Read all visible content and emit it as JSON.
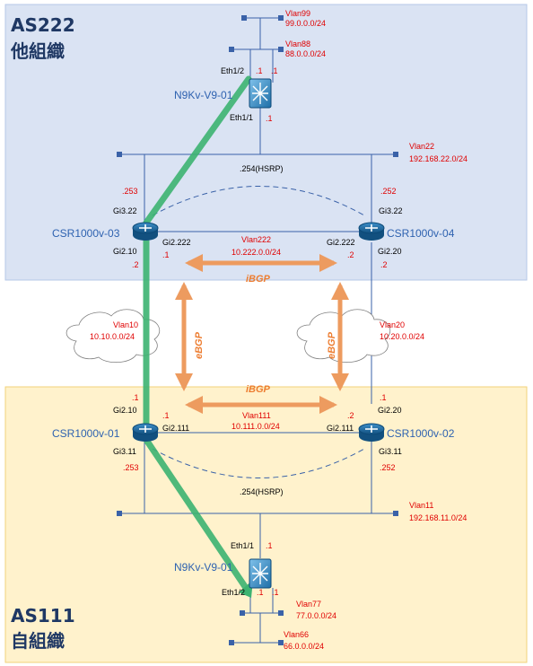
{
  "zones": {
    "upper": {
      "asn": "AS222",
      "org": "他組織"
    },
    "lower": {
      "asn": "AS111",
      "org": "自組織"
    }
  },
  "devices": {
    "n9k_upper": "N9Kv-V9-01",
    "n9k_lower": "N9Kv-V9-01",
    "csr03": "CSR1000v-03",
    "csr04": "CSR1000v-04",
    "csr01": "CSR1000v-01",
    "csr02": "CSR1000v-02"
  },
  "vlans": {
    "v99": {
      "name": "Vlan99",
      "net": "99.0.0.0/24"
    },
    "v88": {
      "name": "Vlan88",
      "net": "88.0.0.0/24"
    },
    "v22": {
      "name": "Vlan22",
      "net": "192.168.22.0/24"
    },
    "v222": {
      "name": "Vlan222",
      "net": "10.222.0.0/24"
    },
    "v10": {
      "name": "Vlan10",
      "net": "10.10.0.0/24"
    },
    "v20": {
      "name": "Vlan20",
      "net": "10.20.0.0/24"
    },
    "v111": {
      "name": "Vlan111",
      "net": "10.111.0.0/24"
    },
    "v11": {
      "name": "Vlan11",
      "net": "192.168.11.0/24"
    },
    "v77": {
      "name": "Vlan77",
      "net": "77.0.0.0/24"
    },
    "v66": {
      "name": "Vlan66",
      "net": "66.0.0.0/24"
    }
  },
  "ports": {
    "n9ku_eth12": "Eth1/2",
    "n9ku_eth11": "Eth1/1",
    "csr03_gi322": "Gi3.22",
    "csr03_gi2222": "Gi2.222",
    "csr03_gi210": "Gi2.10",
    "csr04_gi322": "Gi3.22",
    "csr04_gi2222": "Gi2.222",
    "csr04_gi220": "Gi2.20",
    "csr01_gi210": "Gi2.10",
    "csr01_gi2111": "Gi2.111",
    "csr01_gi311": "Gi3.11",
    "csr02_gi220": "Gi2.20",
    "csr02_gi2111": "Gi2.111",
    "csr02_gi311": "Gi3.11",
    "n9kl_eth11": "Eth1/1",
    "n9kl_eth12": "Eth1/2"
  },
  "addrs": {
    "n9ku_a": ".1",
    "n9ku_b": ".1",
    "n9ku_c": ".1",
    "hsrp_upper": ".254(HSRP)",
    "csr03_253": ".253",
    "csr03_1": ".1",
    "csr03_2": ".2",
    "csr04_252": ".252",
    "csr04_2a": ".2",
    "csr04_2b": ".2",
    "csr01_1a": ".1",
    "csr01_1b": ".1",
    "csr01_253": ".253",
    "csr02_1": ".1",
    "csr02_2": ".2",
    "csr02_252": ".252",
    "hsrp_lower": ".254(HSRP)",
    "n9kl_a": ".1",
    "n9kl_b": ".1",
    "n9kl_c": ".1"
  },
  "bgp": {
    "ibgp_upper": "iBGP",
    "ibgp_lower": "iBGP",
    "ebgp_left": "eBGP",
    "ebgp_right": "eBGP"
  },
  "colors": {
    "upper_zone": "#dae3f3",
    "lower_zone": "#fff2cc",
    "path": "#3cb371",
    "bgp_arrow": "#ed9b5f",
    "router": "#1f6fa8",
    "label_red": "#e00000",
    "device_blue": "#2e62b0"
  }
}
